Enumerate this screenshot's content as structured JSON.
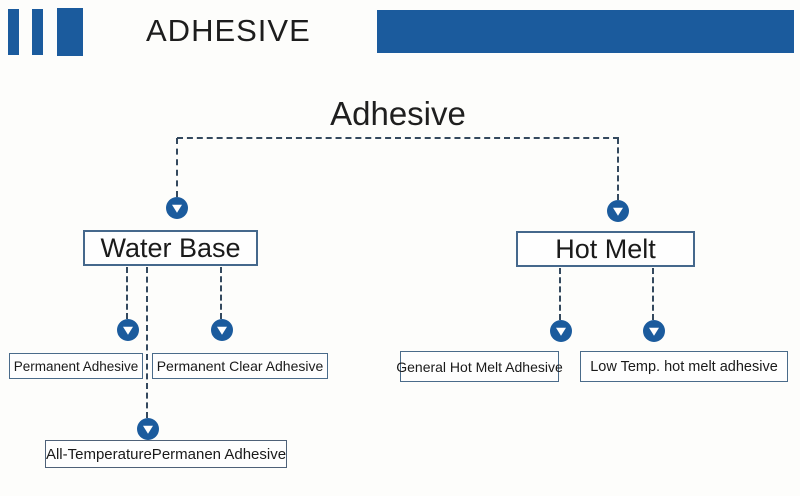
{
  "header": {
    "title": "ADHESIVE",
    "accent_color": "#1b5b9d"
  },
  "diagram": {
    "root": {
      "label": "Adhesive"
    },
    "branches": [
      {
        "label": "Water Base",
        "children": [
          {
            "label": "Permanent Adhesive"
          },
          {
            "label": "Permanent Clear Adhesive"
          },
          {
            "label": "All-TemperaturePermanen Adhesive"
          }
        ]
      },
      {
        "label": "Hot Melt",
        "children": [
          {
            "label": "General Hot Melt Adhesive"
          },
          {
            "label": "Low Temp. hot melt adhesive"
          }
        ]
      }
    ],
    "line_color": "#34495e",
    "node_border_color": "#45688c",
    "marker_color": "#1b5b9d"
  }
}
